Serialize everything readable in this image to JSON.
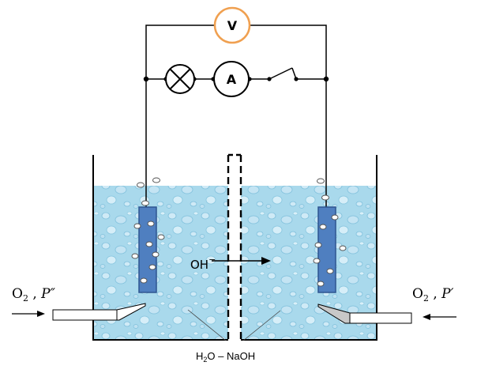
{
  "meters": {
    "voltmeter": "V",
    "ammeter": "A"
  },
  "ion_label": {
    "text": "OH",
    "charge": "−"
  },
  "left_gas": {
    "species": "O",
    "subscript": "2",
    "separator": " ,  ",
    "pressure": "P″"
  },
  "right_gas": {
    "species": "O",
    "subscript": "2",
    "separator": " ,  ",
    "pressure": "P′"
  },
  "electrolyte": {
    "h": "H",
    "subscript": "2",
    "rest": "O – NaOH"
  },
  "colors": {
    "solution": "#a9d9ec",
    "solution_edge": "#7fc0dc",
    "electrode": "#4f7fc0",
    "electrode_edge": "#2e5590",
    "voltmeter_ring": "#f0a050",
    "wire": "#000000"
  }
}
